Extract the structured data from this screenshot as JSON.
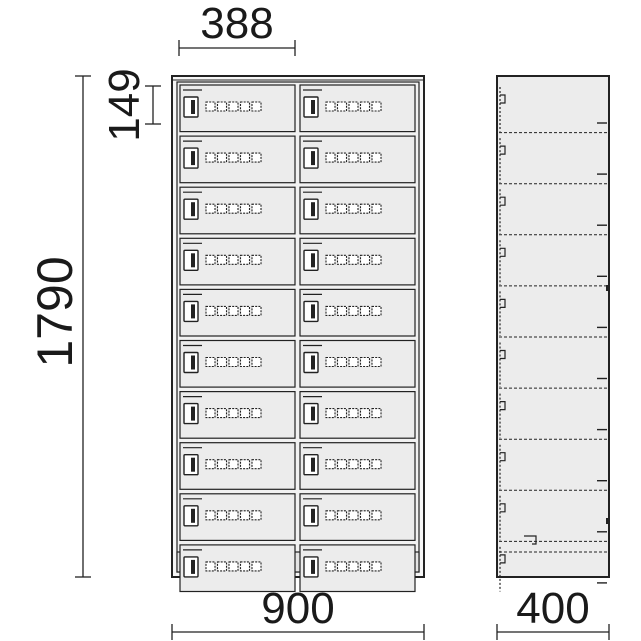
{
  "dimensions": {
    "compartment_width": "388",
    "compartment_height": "149",
    "total_height": "1790",
    "front_width": "900",
    "side_depth": "400"
  },
  "cabinet": {
    "rows": 10,
    "columns": 2,
    "keypad_digits": 5
  },
  "colors": {
    "panel": "#ececec",
    "line": "#222222",
    "frame": "#f6f6f6"
  }
}
